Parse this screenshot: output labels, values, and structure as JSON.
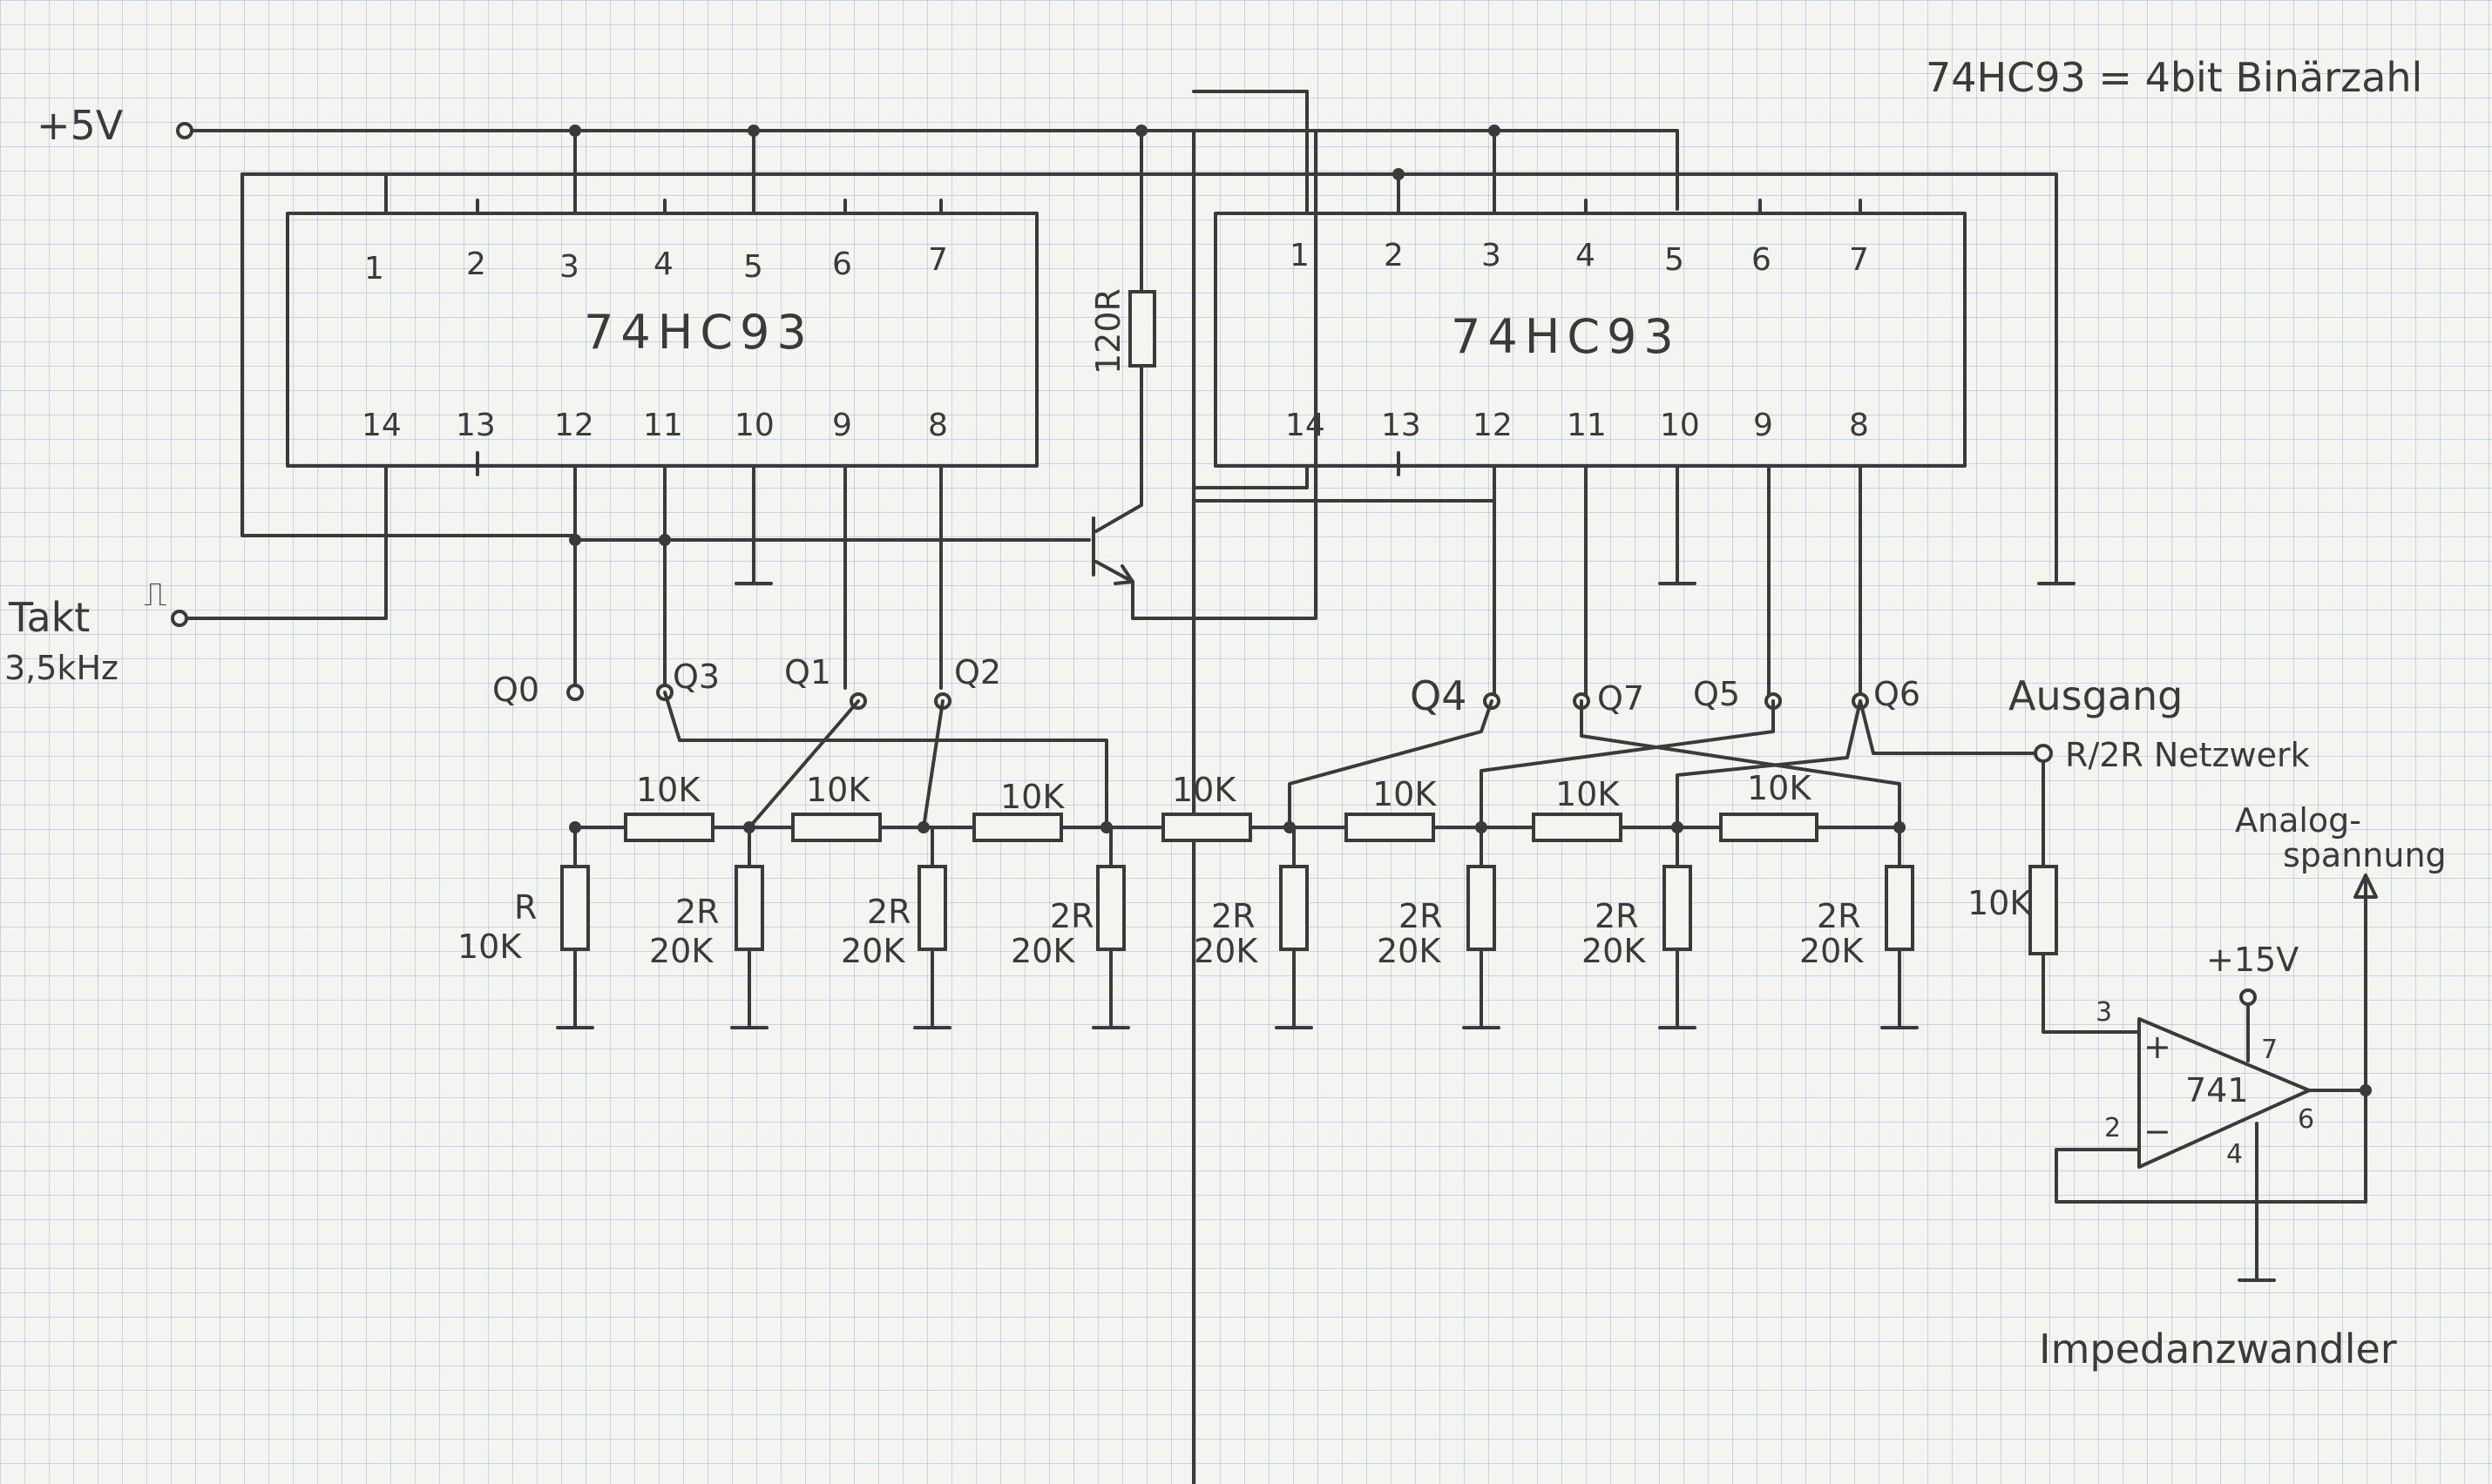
{
  "title_note": "74HC93 = 4bit Binärzahl",
  "supply": "+5V",
  "clock": {
    "label": "Takt",
    "frequency": "3,5kHz",
    "symbol": "⎍"
  },
  "chips": [
    {
      "name": "74HC93",
      "top_pins": [
        "1",
        "2",
        "3",
        "4",
        "5",
        "6",
        "7"
      ],
      "bottom_pins": [
        "14",
        "13",
        "12",
        "11",
        "10",
        "9",
        "8"
      ]
    },
    {
      "name": "74HC93",
      "top_pins": [
        "1",
        "2",
        "3",
        "4",
        "5",
        "6",
        "7"
      ],
      "bottom_pins": [
        "14",
        "13",
        "12",
        "11",
        "10",
        "9",
        "8"
      ]
    }
  ],
  "transistor_resistor": "120R",
  "outputs": [
    "Q0",
    "Q3",
    "Q1",
    "Q2",
    "Q4",
    "Q7",
    "Q5",
    "Q6"
  ],
  "ladder": {
    "series": [
      "10K",
      "10K",
      "10K",
      "10K",
      "10K",
      "10K",
      "10K"
    ],
    "first_shunt": {
      "name": "R",
      "value": "10K"
    },
    "shunts": [
      {
        "name": "2R",
        "value": "20K"
      },
      {
        "name": "2R",
        "value": "20K"
      },
      {
        "name": "2R",
        "value": "20K"
      },
      {
        "name": "2R",
        "value": "20K"
      },
      {
        "name": "2R",
        "value": "20K"
      },
      {
        "name": "2R",
        "value": "20K"
      },
      {
        "name": "2R",
        "value": "20K"
      }
    ]
  },
  "output_label": "Ausgang",
  "network_label": "R/2R Netzwerk",
  "output_resistor": "10K",
  "opamp": {
    "name": "741",
    "supply": "+15V",
    "pins": [
      "3",
      "2",
      "7",
      "4",
      "6"
    ],
    "plus": "+",
    "minus": "−"
  },
  "analog_label": [
    "Analog-",
    "spannung"
  ],
  "caption": "Impedanzwandler"
}
